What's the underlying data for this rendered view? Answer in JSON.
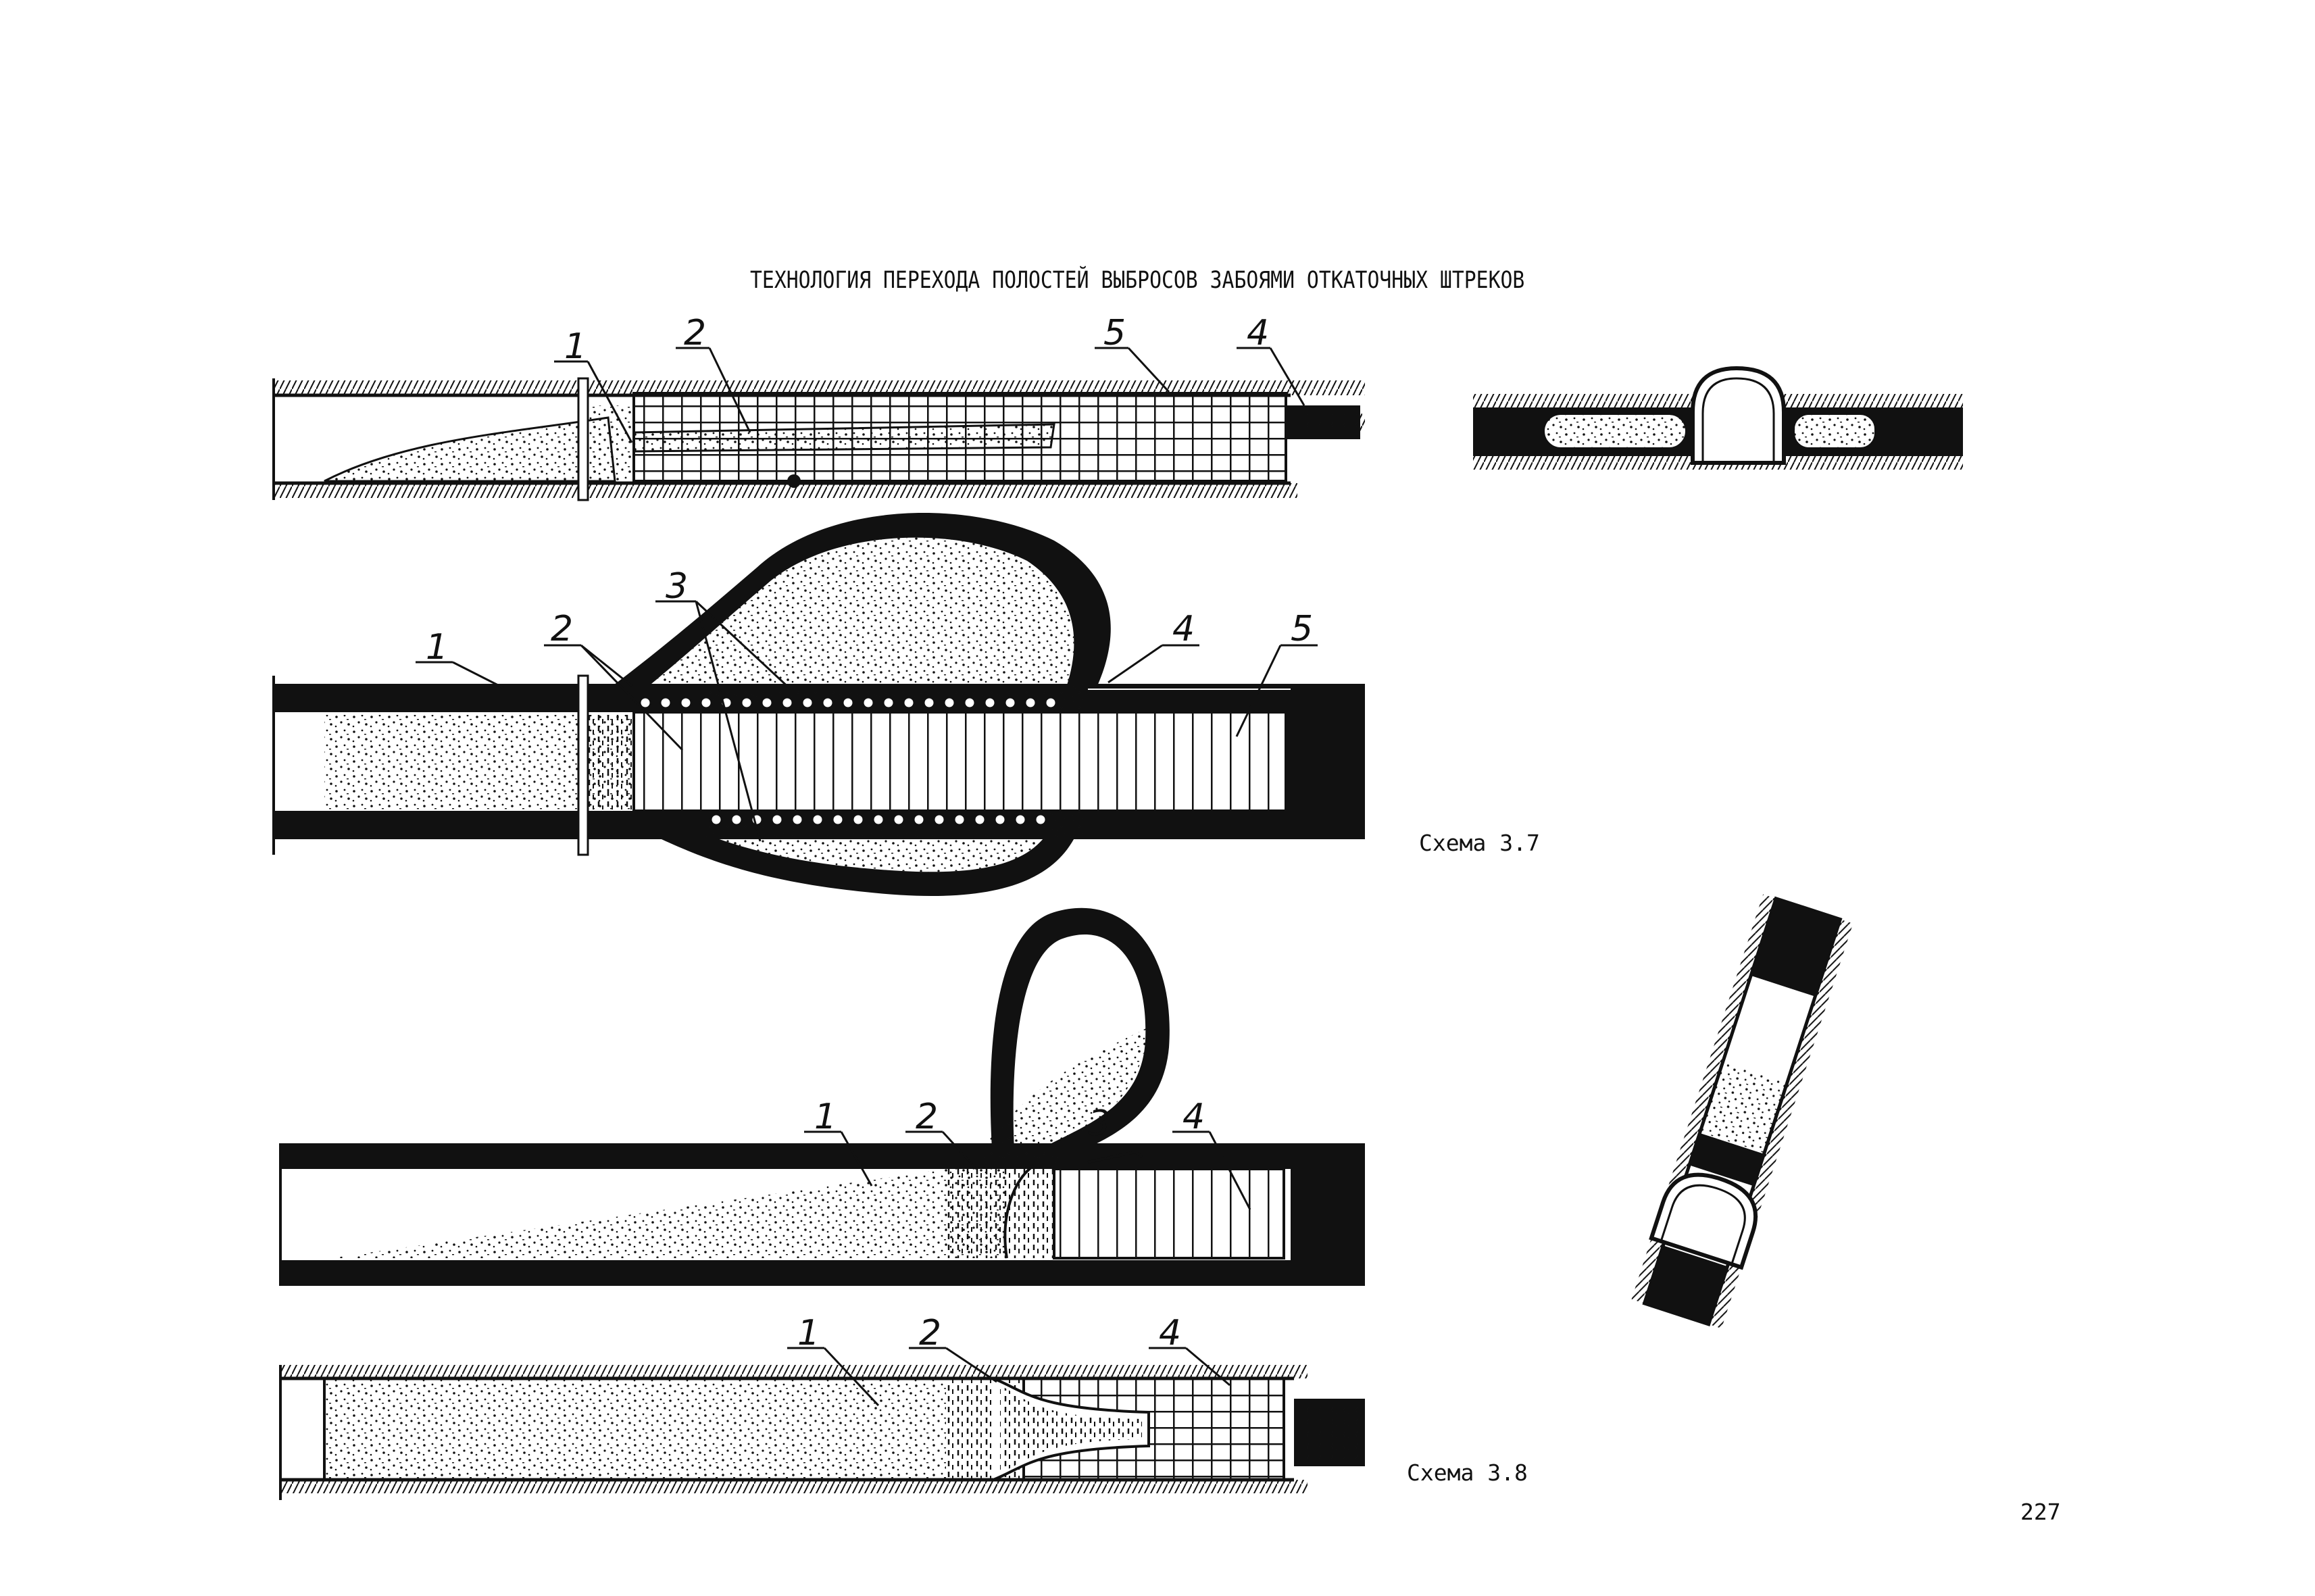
{
  "title": "ТЕХНОЛОГИЯ ПЕРЕХОДА ПОЛОСТЕЙ ВЫБРОСОВ ЗАБОЯМИ ОТКАТОЧНЫХ ШТРЕКОВ",
  "captions": {
    "scheme_3_7": "Схема 3.7",
    "scheme_3_8": "Схема 3.8"
  },
  "page_number": "227",
  "callouts": {
    "top_plan": [
      "1",
      "2",
      "5",
      "4"
    ],
    "scheme_3_7_section": [
      "1",
      "2",
      "3",
      "4",
      "5"
    ],
    "scheme_3_8_section": [
      "1",
      "2",
      "3",
      "4"
    ],
    "scheme_3_8_plan": [
      "1",
      "2",
      "4"
    ]
  },
  "colors": {
    "ink": "#111111",
    "paper": "#ffffff"
  }
}
